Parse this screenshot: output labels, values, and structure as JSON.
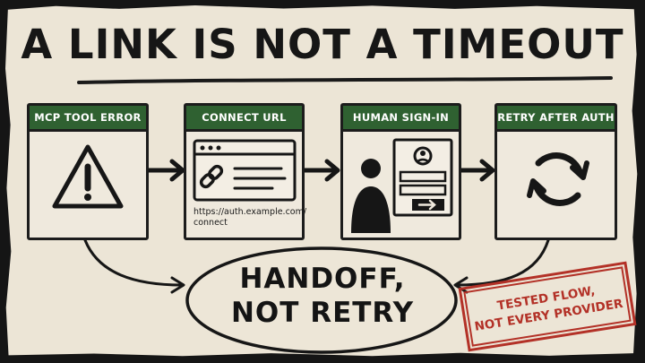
{
  "title": "A LINK IS NOT A TIMEOUT",
  "steps": [
    {
      "label": "MCP TOOL ERROR",
      "icon": "warning-triangle-icon"
    },
    {
      "label": "CONNECT URL",
      "icon": "browser-link-icon",
      "url_text": "https://auth.example.com/ connect"
    },
    {
      "label": "HUMAN SIGN-IN",
      "icon": "person-login-form-icon"
    },
    {
      "label": "RETRY AFTER AUTH",
      "icon": "refresh-cycle-icon"
    }
  ],
  "center_lines": [
    "HANDOFF,",
    "NOT RETRY"
  ],
  "stamp_lines": [
    "TESTED FLOW,",
    "NOT EVERY PROVIDER"
  ],
  "colors": {
    "paper": "#ece5d6",
    "header_green": "#2f6131",
    "ink": "#1c1c1c",
    "stamp_red": "#b33127",
    "background": "#151515"
  }
}
